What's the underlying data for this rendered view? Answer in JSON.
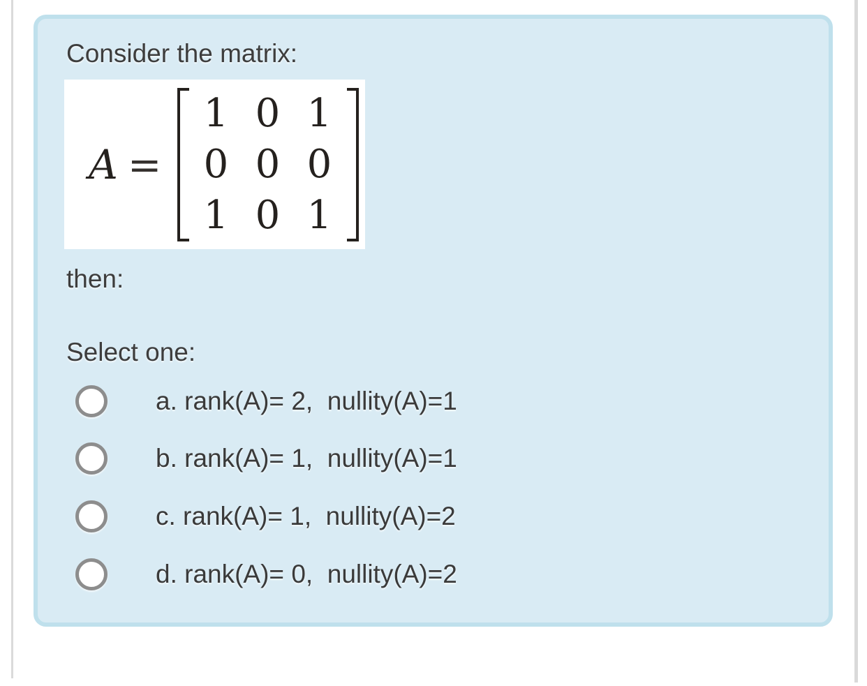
{
  "question": {
    "prompt": "Consider the matrix:",
    "matrix": {
      "lhs": "A",
      "equals": "=",
      "rows": [
        [
          "1",
          "0",
          "1"
        ],
        [
          "0",
          "0",
          "0"
        ],
        [
          "1",
          "0",
          "1"
        ]
      ]
    },
    "then_label": "then:",
    "select_label": "Select one:",
    "options": [
      {
        "letter": "a",
        "label": "a. rank(A)= 2,  nullity(A)=1",
        "selected": false
      },
      {
        "letter": "b",
        "label": "b. rank(A)= 1,  nullity(A)=1",
        "selected": false
      },
      {
        "letter": "c",
        "label": "c. rank(A)= 1,  nullity(A)=2",
        "selected": false
      },
      {
        "letter": "d",
        "label": "d. rank(A)= 0,  nullity(A)=2",
        "selected": false
      }
    ]
  },
  "colors": {
    "page_bg": "#ffffff",
    "card_bg": "#d9ebf4",
    "card_border": "#bfe0ec",
    "side_rule": "#dadada",
    "text": "#3d3d3d",
    "radio_border": "#8d8d8d",
    "matrix_bg": "#ffffff"
  }
}
